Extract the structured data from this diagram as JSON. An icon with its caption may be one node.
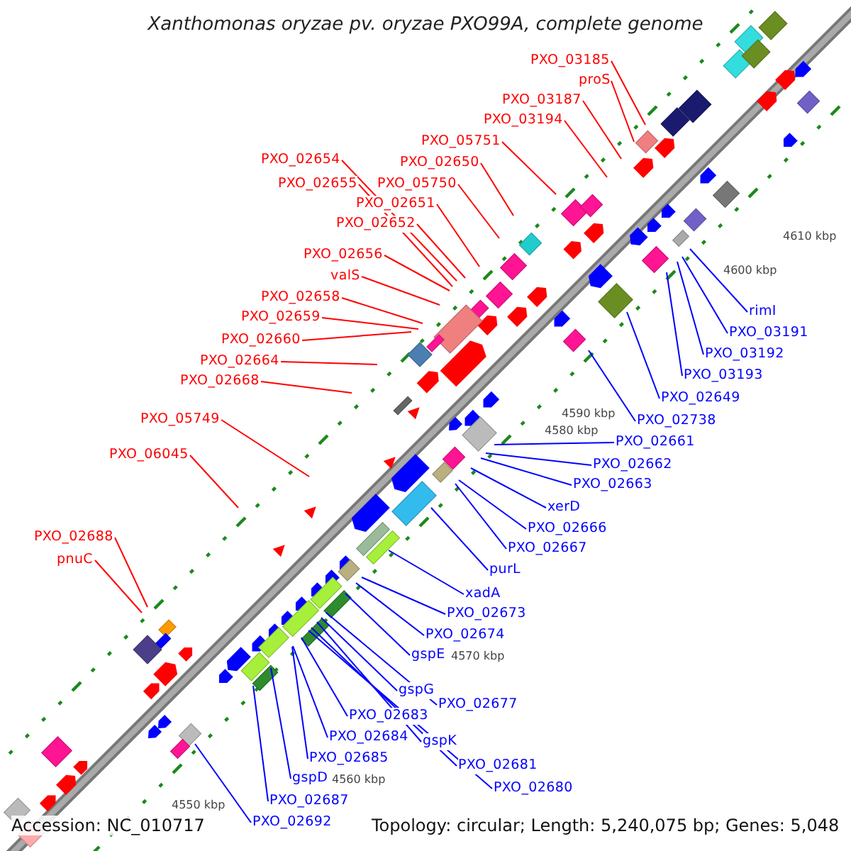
{
  "diagram": {
    "title": "Xanthomonas oryzae pv. oryzae PXO99A, complete genome",
    "nodes": [
      {
        "text": [
          "PXO_03185"
        ]
      },
      {
        "text": [
          "proS"
        ]
      },
      {
        "text": [
          "PXO_03187"
        ]
      },
      {
        "text": [
          "PXO_03194"
        ]
      },
      {
        "text": [
          "PXO_05751"
        ]
      },
      {
        "text": [
          "PXO_02650"
        ]
      },
      {
        "text": [
          "PXO_05750"
        ]
      },
      {
        "text": [
          "PXO_02651"
        ]
      },
      {
        "text": [
          "PXO_02652"
        ]
      },
      {
        "text": [
          "PXO_02654"
        ]
      },
      {
        "text": [
          "PXO_02655"
        ]
      },
      {
        "text": [
          "PXO_02656"
        ]
      },
      {
        "text": [
          "valS"
        ]
      },
      {
        "text": [
          "PXO_02658"
        ]
      },
      {
        "text": [
          "PXO_02659"
        ]
      },
      {
        "text": [
          "PXO_02660"
        ]
      },
      {
        "text": [
          "PXO_02664"
        ]
      },
      {
        "text": [
          "PXO_02668"
        ]
      },
      {
        "text": [
          "PXO_05749"
        ]
      },
      {
        "text": [
          "PXO_06045"
        ]
      },
      {
        "text": [
          "PXO_02688"
        ]
      },
      {
        "text": [
          "pnuC"
        ]
      },
      {
        "text": [
          "rimI"
        ]
      },
      {
        "text": [
          "PXO_03191"
        ]
      },
      {
        "text": [
          "PXO_03192"
        ]
      },
      {
        "text": [
          "PXO_03193"
        ]
      },
      {
        "text": [
          "PXO_02649"
        ]
      },
      {
        "text": [
          "PXO_02738"
        ]
      },
      {
        "text": [
          "PXO_02661"
        ]
      },
      {
        "text": [
          "PXO_02662"
        ]
      },
      {
        "text": [
          "PXO_02663"
        ]
      },
      {
        "text": [
          "xerD"
        ]
      },
      {
        "text": [
          "PXO_02666"
        ]
      },
      {
        "text": [
          "PXO_02667"
        ]
      },
      {
        "text": [
          "purL"
        ]
      },
      {
        "text": [
          "xadA"
        ]
      },
      {
        "text": [
          "PXO_02673"
        ]
      },
      {
        "text": [
          "PXO_02674"
        ]
      },
      {
        "text": [
          "gspE"
        ]
      },
      {
        "text": [
          "gspG"
        ]
      },
      {
        "text": [
          "PXO_02677"
        ]
      },
      {
        "text": [
          "PXO_02683"
        ]
      },
      {
        "text": [
          "PXO_02684"
        ]
      },
      {
        "text": [
          "gspK"
        ]
      },
      {
        "text": [
          "PXO_02685"
        ]
      },
      {
        "text": [
          "gspD"
        ]
      },
      {
        "text": [
          "PXO_02681"
        ]
      },
      {
        "text": [
          "PXO_02680"
        ]
      },
      {
        "text": [
          "PXO_02687"
        ]
      },
      {
        "text": [
          "PXO_02692"
        ]
      }
    ],
    "edges": [
      {
        "from": 0,
        "to": null,
        "arrow": "none",
        "color": "#ff0000"
      },
      {
        "from": 1,
        "to": null,
        "arrow": "none",
        "color": "#ff0000"
      },
      {
        "from": 2,
        "to": null,
        "arrow": "none",
        "color": "#ff0000"
      },
      {
        "from": 3,
        "to": null,
        "arrow": "none",
        "color": "#ff0000"
      },
      {
        "from": 4,
        "to": null,
        "arrow": "none",
        "color": "#ff0000"
      },
      {
        "from": 5,
        "to": null,
        "arrow": "none",
        "color": "#ff0000"
      },
      {
        "from": 6,
        "to": null,
        "arrow": "none",
        "color": "#ff0000"
      },
      {
        "from": 7,
        "to": null,
        "arrow": "none",
        "color": "#ff0000"
      },
      {
        "from": 8,
        "to": null,
        "arrow": "none",
        "color": "#ff0000"
      },
      {
        "from": 9,
        "to": null,
        "arrow": "none",
        "color": "#ff0000"
      },
      {
        "from": 10,
        "to": null,
        "arrow": "none",
        "color": "#ff0000"
      },
      {
        "from": 11,
        "to": null,
        "arrow": "none",
        "color": "#ff0000"
      },
      {
        "from": 12,
        "to": null,
        "arrow": "none",
        "color": "#ff0000"
      },
      {
        "from": 13,
        "to": null,
        "arrow": "none",
        "color": "#ff0000"
      },
      {
        "from": 14,
        "to": null,
        "arrow": "none",
        "color": "#ff0000"
      },
      {
        "from": 15,
        "to": null,
        "arrow": "none",
        "color": "#ff0000"
      },
      {
        "from": 16,
        "to": null,
        "arrow": "none",
        "color": "#ff0000"
      },
      {
        "from": 17,
        "to": null,
        "arrow": "none",
        "color": "#ff0000"
      },
      {
        "from": 18,
        "to": null,
        "arrow": "none",
        "color": "#ff0000"
      },
      {
        "from": 19,
        "to": null,
        "arrow": "none",
        "color": "#ff0000"
      },
      {
        "from": 20,
        "to": null,
        "arrow": "none",
        "color": "#ff0000"
      },
      {
        "from": 21,
        "to": null,
        "arrow": "none",
        "color": "#ff0000"
      },
      {
        "from": 22,
        "to": null,
        "arrow": "none"
      },
      {
        "from": 23,
        "to": null,
        "arrow": "none"
      },
      {
        "from": 24,
        "to": null,
        "arrow": "none"
      },
      {
        "from": 25,
        "to": null,
        "arrow": "none"
      },
      {
        "from": 26,
        "to": null,
        "arrow": "none"
      },
      {
        "from": 27,
        "to": null,
        "arrow": "none"
      },
      {
        "from": 28,
        "to": null,
        "arrow": "none"
      },
      {
        "from": 29,
        "to": null,
        "arrow": "none"
      },
      {
        "from": 30,
        "to": null,
        "arrow": "none"
      },
      {
        "from": 31,
        "to": null,
        "arrow": "none"
      },
      {
        "from": 32,
        "to": null,
        "arrow": "none"
      },
      {
        "from": 33,
        "to": null,
        "arrow": "none"
      },
      {
        "from": 34,
        "to": null,
        "arrow": "none"
      },
      {
        "from": 35,
        "to": null,
        "arrow": "none"
      },
      {
        "from": 36,
        "to": null,
        "arrow": "none"
      },
      {
        "from": 37,
        "to": null,
        "arrow": "none"
      },
      {
        "from": 38,
        "to": null,
        "arrow": "none"
      },
      {
        "from": 39,
        "to": null,
        "arrow": "none"
      },
      {
        "from": 40,
        "to": null,
        "arrow": "none"
      },
      {
        "from": 41,
        "to": null,
        "arrow": "none"
      },
      {
        "from": 42,
        "to": null,
        "arrow": "none"
      },
      {
        "from": 43,
        "to": null,
        "arrow": "none"
      },
      {
        "from": 44,
        "to": null,
        "arrow": "none"
      },
      {
        "from": 45,
        "to": null,
        "arrow": "none"
      },
      {
        "from": 46,
        "to": null,
        "arrow": "none"
      },
      {
        "from": 47,
        "to": null,
        "arrow": "none"
      },
      {
        "from": 48,
        "to": null,
        "arrow": "none"
      },
      {
        "from": 49,
        "to": null,
        "arrow": "none"
      }
    ],
    "labels": [
      "4610 kbp",
      "4600 kbp",
      "4590 kbp",
      "4580 kbp",
      "4570 kbp",
      "4560 kbp",
      "4550 kbp",
      "Accession: NC_010717",
      "Topology: circular; Length: 5,240,075 bp; Genes: 5,048"
    ]
  }
}
